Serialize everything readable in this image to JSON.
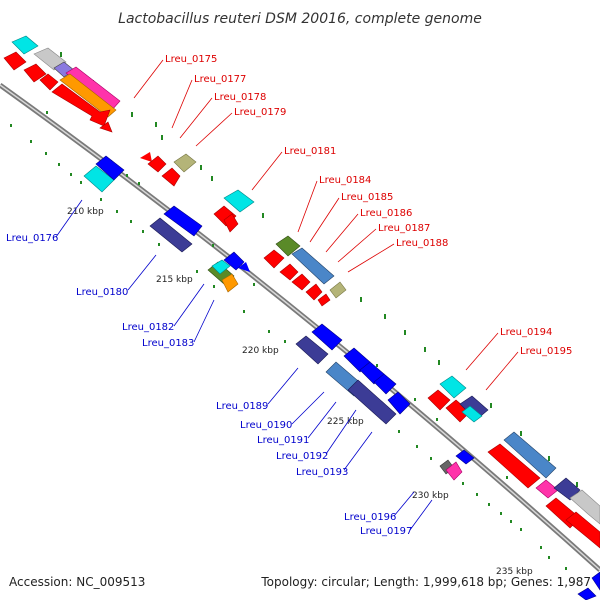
{
  "title": "Lactobacillus reuteri DSM 20016, complete genome",
  "footer": {
    "accession": "Accession: NC_009513",
    "summary": "Topology: circular; Length: 1,999,618 bp; Genes: 1,987"
  },
  "ticks": {
    "t210": "210 kbp",
    "t215": "215 kbp",
    "t220": "220 kbp",
    "t225": "225 kbp",
    "t230": "230 kbp",
    "t235": "235 kbp"
  },
  "labels_forward": {
    "l0175": "Lreu_0175",
    "l0177": "Lreu_0177",
    "l0178": "Lreu_0178",
    "l0179": "Lreu_0179",
    "l0181": "Lreu_0181",
    "l0184": "Lreu_0184",
    "l0185": "Lreu_0185",
    "l0186": "Lreu_0186",
    "l0187": "Lreu_0187",
    "l0188": "Lreu_0188",
    "l0194": "Lreu_0194",
    "l0195": "Lreu_0195"
  },
  "labels_reverse": {
    "l0176": "Lreu_0176",
    "l0180": "Lreu_0180",
    "l0182": "Lreu_0182",
    "l0183": "Lreu_0183",
    "l0189": "Lreu_0189",
    "l0190": "Lreu_0190",
    "l0191": "Lreu_0191",
    "l0192": "Lreu_0192",
    "l0193": "Lreu_0193",
    "l0196": "Lreu_0196",
    "l0197": "Lreu_0197"
  },
  "colors": {
    "forward_label": "#dd0000",
    "reverse_label": "#0000cc",
    "backbone": "#808080",
    "cds_red": "#ff0000",
    "cds_blue": "#0000ff",
    "cds_cyan": "#00e5e5",
    "cds_steel": "#4a86c8",
    "cds_navy": "#3c3c96",
    "cds_olive": "#b4b478",
    "cds_green": "#5a8a28",
    "cds_orange": "#ff9900",
    "cds_magenta": "#ff33aa",
    "cds_gray": "#bbbbbb",
    "tick_dot": "#228822"
  }
}
